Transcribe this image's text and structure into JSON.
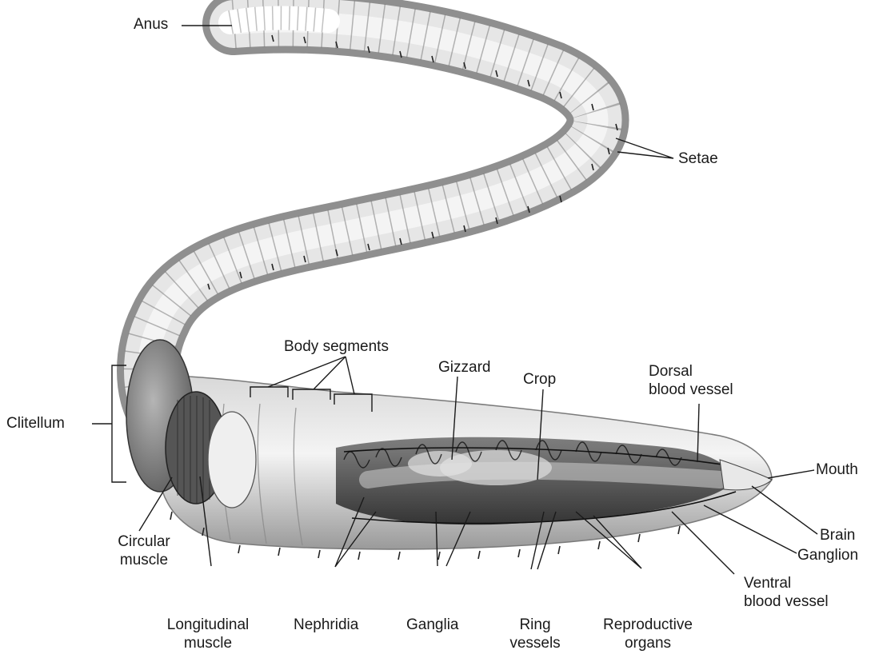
{
  "labels": {
    "anus": "Anus",
    "setae": "Setae",
    "body_segments": "Body segments",
    "gizzard": "Gizzard",
    "crop": "Crop",
    "dorsal_blood_vessel": [
      "Dorsal",
      "blood vessel"
    ],
    "clitellum": "Clitellum",
    "mouth": "Mouth",
    "brain": "Brain",
    "ganglion": "Ganglion",
    "ventral_blood_vessel": [
      "Ventral",
      "blood vessel"
    ],
    "circular_muscle": [
      "Circular",
      "muscle"
    ],
    "longitudinal_muscle": [
      "Longitudinal",
      "muscle"
    ],
    "nephridia": "Nephridia",
    "ganglia": "Ganglia",
    "ring_vessels": [
      "Ring",
      "vessels"
    ],
    "reproductive_organs": [
      "Reproductive",
      "organs"
    ]
  },
  "colors": {
    "ink": "#1a1a1a",
    "body_light": "#eeeeee",
    "body_shade": "#8a8a8a",
    "interior_dark": "#3a3a3a"
  }
}
